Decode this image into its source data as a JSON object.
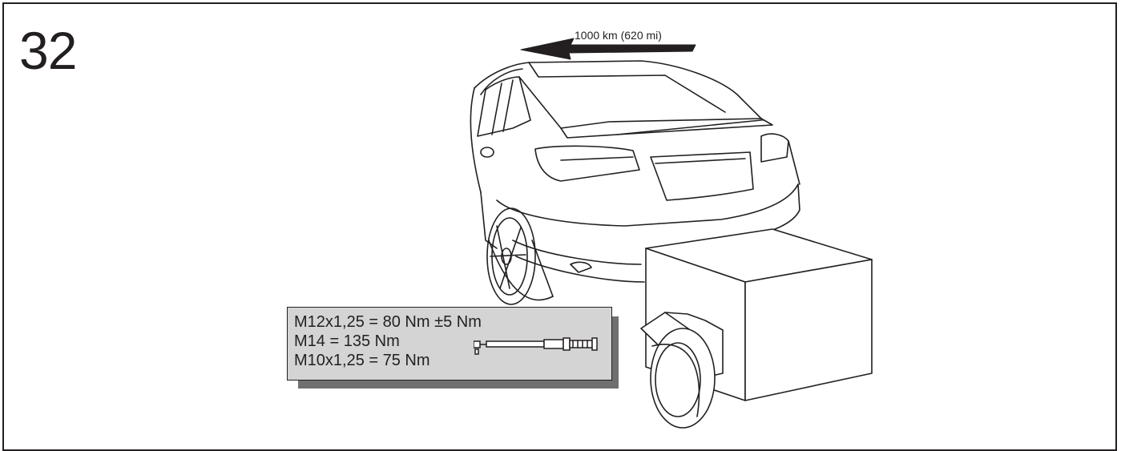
{
  "step": {
    "number": "32"
  },
  "distance": {
    "label": "1000 km (620 mi)"
  },
  "torque": {
    "lines": [
      "M12x1,25 = 80 Nm ±5 Nm",
      "M14 = 135 Nm",
      "M10x1,25 = 75 Nm"
    ]
  },
  "icons": {
    "arrow": "left-arrow-icon",
    "car": "car-rear-icon",
    "trailer": "trailer-icon",
    "wrench": "torque-wrench-icon"
  },
  "colors": {
    "line": "#231f20",
    "panel": "#d4d4d4",
    "panel_shadow": "#6f6f6f"
  }
}
